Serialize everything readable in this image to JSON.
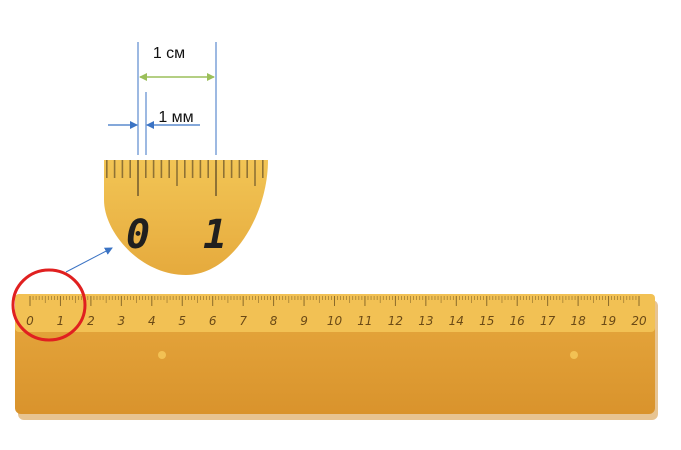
{
  "annotations": {
    "cm_label": "1 см",
    "mm_label": "1 мм"
  },
  "ruler": {
    "numbers": [
      "0",
      "1",
      "2",
      "3",
      "4",
      "5",
      "6",
      "7",
      "8",
      "9",
      "10",
      "11",
      "12",
      "13",
      "14",
      "15",
      "16",
      "17",
      "18",
      "19",
      "20"
    ]
  },
  "zoom": {
    "digits": [
      "0",
      "1"
    ]
  },
  "colors": {
    "ruler_body": "#e0a13a",
    "ruler_scale_strip": "#f2c154",
    "ruler_shadow": "#d58f27",
    "tick": "#8a6a2a",
    "highlight_circle": "#e02020",
    "cm_arrow": "#9bbf5a",
    "mm_arrow": "#3b73c4",
    "pointer_arrow": "#3b73c4"
  }
}
